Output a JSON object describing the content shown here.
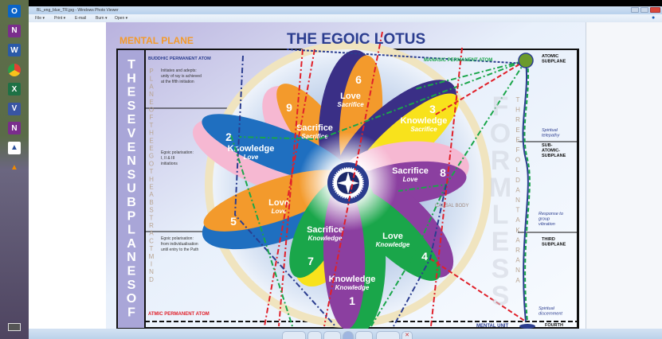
{
  "window": {
    "title": "BL_eng_blue_TR.jpg - Windows Photo Viewer"
  },
  "menu": [
    {
      "label": "File"
    },
    {
      "label": "Print"
    },
    {
      "label": "E-mail"
    },
    {
      "label": "Burn"
    },
    {
      "label": "Open"
    }
  ],
  "taskbar": {
    "apps": [
      {
        "name": "outlook-icon",
        "glyph": "O",
        "color": "#0a64c8"
      },
      {
        "name": "onenote-icon",
        "glyph": "N",
        "color": "#7a2d8c"
      },
      {
        "name": "word-icon",
        "glyph": "W",
        "color": "#2a5aa8"
      },
      {
        "name": "chrome-icon",
        "glyph": "",
        "color": "#e34133"
      },
      {
        "name": "excel-icon",
        "glyph": "X",
        "color": "#1e7145"
      },
      {
        "name": "visio-icon",
        "glyph": "V",
        "color": "#3955a3"
      },
      {
        "name": "onenote-clipper-icon",
        "glyph": "N",
        "color": "#7a2d8c"
      },
      {
        "name": "app-triangle-icon",
        "glyph": "▲",
        "color": "#2a4f9a"
      },
      {
        "name": "vlc-icon",
        "glyph": "▲",
        "color": "#f08a00"
      }
    ],
    "keyboard": "keyboard-icon"
  },
  "image": {
    "plane": "MENTAL PLANE",
    "title": "THE EGOIC LOTUS",
    "left_column": "THE SEVEN SUBPLANES OF",
    "vertical_mid": "PLANE OF THE EGO THE ABSTRACT MIND",
    "buddhic": "BUDDHIC PERMANENT ATOM",
    "note1": [
      "Initiates and adepts:",
      "unity of ray is achieved",
      "at the fifth initiation"
    ],
    "note2": [
      "Egoic polarisation:",
      "I, II & III",
      "initiations"
    ],
    "note3": [
      "Egoic polarisation:",
      "from individualisation",
      "until entry to the Path"
    ],
    "atmic": "ATMIC PERMANENT ATOM",
    "manasic": "MANASIC PERMANENT ATOM",
    "formless": "FORMLESS",
    "antakarana": "THREEFOLD ANTAKARANA",
    "causal": "CAUSAL BODY",
    "mental_unit": "MENTAL UNIT",
    "subplanes": [
      {
        "label": [
          "ATOMIC",
          "SUBPLANE"
        ],
        "note": [
          "Spiritual",
          "telepathy"
        ]
      },
      {
        "label": [
          "SUB-",
          "ATOMIC-",
          "SUBPLANE"
        ],
        "note": [
          "Response to",
          "group",
          "vibration"
        ]
      },
      {
        "label": [
          "THIRD",
          "SUBPLANE"
        ],
        "note": [
          "Spiritual",
          "discernment"
        ]
      },
      {
        "label": [
          "FOURTH"
        ]
      }
    ],
    "petals": [
      {
        "num": "9",
        "a": "Sacrifice",
        "b": "Sacrifice"
      },
      {
        "num": "6",
        "a": "Love",
        "b": "Sacrifice"
      },
      {
        "num": "3",
        "a": "Knowledge",
        "b": "Sacrifice"
      },
      {
        "num": "2",
        "a": "Knowledge",
        "b": "Love"
      },
      {
        "num": "8",
        "a": "Sacrifice",
        "b": "Love"
      },
      {
        "num": "5",
        "a": "Love",
        "b": "Love"
      },
      {
        "num": "7",
        "a": "Sacrifice",
        "b": "Knowledge"
      },
      {
        "num": "4",
        "a": "Love",
        "b": "Knowledge"
      },
      {
        "num": "1",
        "a": "Knowledge",
        "b": "Knowledge"
      }
    ]
  },
  "colors": {
    "orange": "#f39a2c",
    "navy": "#2b3d8f",
    "green": "#1aa64a",
    "red": "#e0202a"
  }
}
